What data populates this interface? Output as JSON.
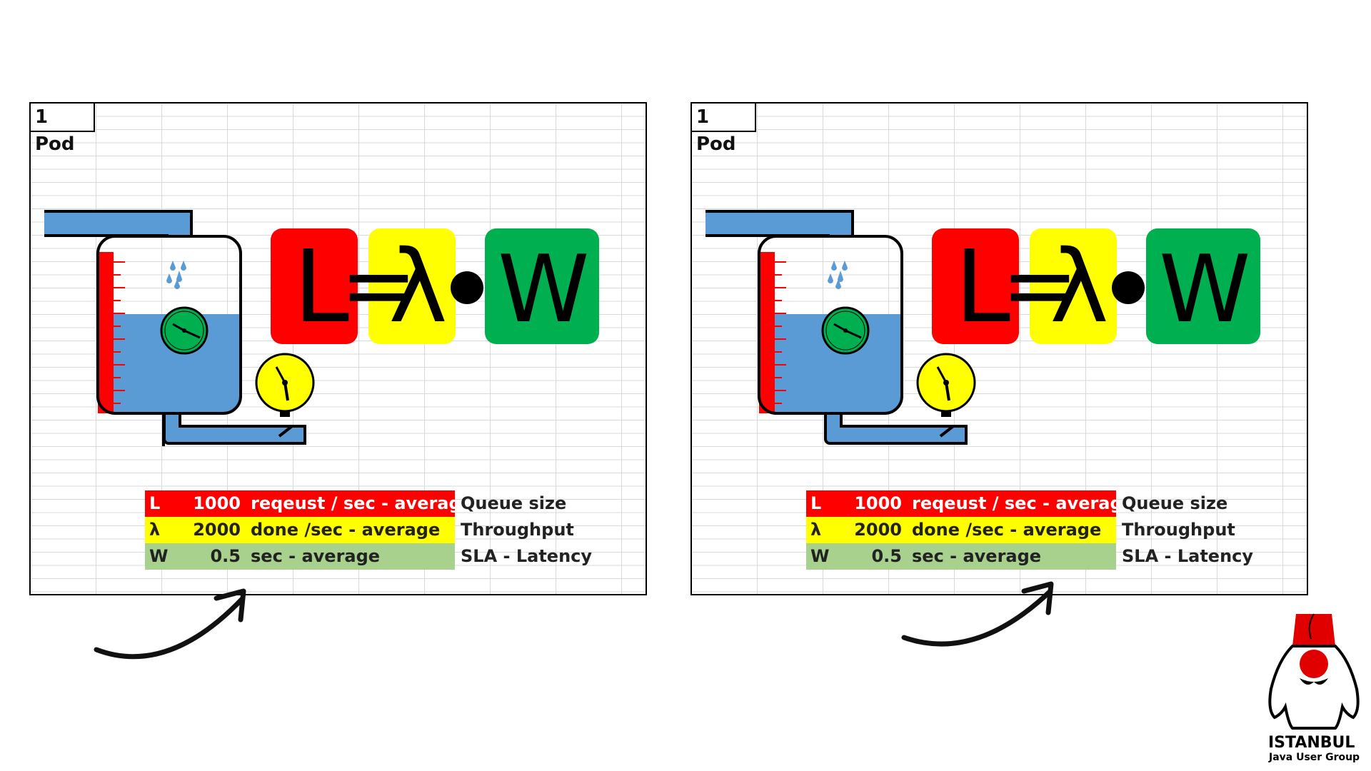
{
  "panels": [
    {
      "pod_label": "1 Pod",
      "formula": {
        "L": "L",
        "eq": "=",
        "lambda": "λ",
        "W": "W"
      },
      "rows": [
        {
          "sym": "L",
          "value": "1000",
          "desc": "reqeust / sec - average",
          "meaning": "Queue size"
        },
        {
          "sym": "λ",
          "value": "2000",
          "desc": "done /sec - average",
          "meaning": "Throughput"
        },
        {
          "sym": "W",
          "value": "0.5",
          "desc": "sec  - average",
          "meaning": "SLA - Latency"
        }
      ]
    },
    {
      "pod_label": "1 Pod",
      "formula": {
        "L": "L",
        "eq": "=",
        "lambda": "λ",
        "W": "W"
      },
      "rows": [
        {
          "sym": "L",
          "value": "1000",
          "desc": "reqeust / sec - average",
          "meaning": "Queue size"
        },
        {
          "sym": "λ",
          "value": "2000",
          "desc": "done /sec - average",
          "meaning": "Throughput"
        },
        {
          "sym": "W",
          "value": "0.5",
          "desc": "sec  - average",
          "meaning": "SLA - Latency"
        }
      ]
    }
  ],
  "logo": {
    "title": "ISTANBUL",
    "subtitle": "Java User Group"
  },
  "colors": {
    "L": "#ff0000",
    "lambda": "#ffff00",
    "W": "#00b050",
    "W_row": "#a9d18e",
    "water": "#5b9bd5",
    "gauge": "#ffff00"
  },
  "icons": [
    "tank-icon",
    "clock-icon",
    "pressure-gauge-icon",
    "faucet-icon",
    "curved-arrow-icon",
    "fez-duke-logo-icon"
  ]
}
